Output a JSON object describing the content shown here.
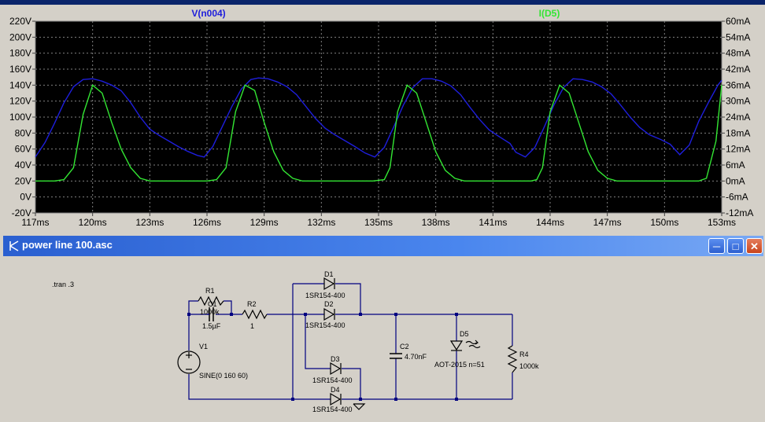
{
  "plot": {
    "left_trace_label": "V(n004)",
    "right_trace_label": "I(D5)",
    "left_color": "#1e1edc",
    "right_color": "#33e633",
    "left_ticks": [
      "220V",
      "200V",
      "180V",
      "160V",
      "140V",
      "120V",
      "100V",
      "80V",
      "60V",
      "40V",
      "20V",
      "0V",
      "-20V"
    ],
    "right_ticks": [
      "60mA",
      "54mA",
      "48mA",
      "42mA",
      "36mA",
      "30mA",
      "24mA",
      "18mA",
      "12mA",
      "6mA",
      "0mA",
      "-6mA",
      "-12mA"
    ],
    "x_ticks": [
      "117ms",
      "120ms",
      "123ms",
      "126ms",
      "129ms",
      "132ms",
      "135ms",
      "138ms",
      "141ms",
      "144ms",
      "147ms",
      "150ms",
      "153ms"
    ]
  },
  "chart_data": {
    "type": "line",
    "title": "",
    "xlabel": "",
    "xlim": [
      117,
      153
    ],
    "ylim": [
      -20,
      220
    ],
    "y2lim": [
      -12,
      60
    ],
    "grid": true,
    "series": [
      {
        "name": "V(n004)",
        "axis": "left",
        "x": [
          117.0,
          117.5,
          118.0,
          118.5,
          119.0,
          119.5,
          120.0,
          120.5,
          121.0,
          121.5,
          122.0,
          122.5,
          123.0,
          123.5,
          124.0,
          124.5,
          125.0,
          125.5,
          125.85,
          126.3,
          126.8,
          127.3,
          127.8,
          128.3,
          128.7,
          129.2,
          129.7,
          130.2,
          130.7,
          131.2,
          131.7,
          132.2,
          132.7,
          133.2,
          133.7,
          134.3,
          134.8,
          135.3,
          135.8,
          136.3,
          136.8,
          137.3,
          137.8,
          138.3,
          138.8,
          139.3,
          139.8,
          140.3,
          140.8,
          141.3,
          141.9,
          142.2,
          142.7,
          143.2,
          143.7,
          144.2,
          144.7,
          145.2,
          145.7,
          146.2,
          146.7,
          147.2,
          147.7,
          148.2,
          148.7,
          149.2,
          149.8,
          150.3,
          150.8,
          151.3,
          151.8,
          152.3,
          152.8,
          153.0
        ],
        "y": [
          50,
          68,
          92,
          118,
          138,
          147,
          148,
          145,
          140,
          133,
          118,
          100,
          85,
          77,
          70,
          63,
          57,
          52,
          50,
          63,
          88,
          113,
          135,
          147,
          149,
          148,
          144,
          138,
          128,
          113,
          98,
          86,
          78,
          71,
          64,
          55,
          50,
          62,
          88,
          115,
          137,
          148,
          148,
          145,
          139,
          128,
          112,
          97,
          84,
          76,
          67,
          56,
          50,
          62,
          88,
          115,
          137,
          148,
          147,
          144,
          138,
          129,
          115,
          100,
          87,
          78,
          72,
          66,
          53,
          65,
          95,
          118,
          140,
          146
        ]
      },
      {
        "name": "I(D5)",
        "axis": "right",
        "x": [
          117.0,
          118.0,
          118.5,
          119.0,
          119.5,
          120.0,
          120.5,
          121.0,
          121.5,
          122.0,
          122.5,
          123.0,
          124.0,
          125.0,
          126.0,
          126.5,
          127.0,
          127.5,
          128.0,
          128.5,
          129.0,
          129.5,
          130.0,
          130.5,
          131.0,
          131.5,
          132.0,
          133.0,
          134.0,
          134.7,
          135.3,
          135.6,
          136.0,
          136.5,
          137.0,
          137.5,
          138.0,
          138.5,
          139.0,
          139.5,
          140.0,
          141.0,
          142.0,
          143.0,
          143.3,
          143.6,
          144.0,
          144.5,
          145.0,
          145.5,
          146.0,
          146.5,
          147.0,
          147.5,
          148.0,
          149.0,
          150.0,
          150.7,
          151.3,
          151.8,
          152.2,
          152.7,
          153.0
        ],
        "y": [
          0,
          0,
          0.5,
          5,
          25,
          36,
          33,
          22,
          12,
          5,
          1,
          0,
          0,
          0,
          0,
          0.5,
          5,
          26,
          36,
          34,
          22,
          11,
          4,
          1,
          0,
          0,
          0,
          0,
          0,
          0,
          0.5,
          5,
          26,
          36,
          33,
          22,
          11,
          4,
          1,
          0,
          0,
          0,
          0,
          0,
          0.5,
          5,
          26,
          36,
          33,
          22,
          11,
          4,
          1,
          0,
          0,
          0,
          0,
          0,
          0,
          0,
          1,
          15,
          36
        ]
      }
    ]
  },
  "schematic_window": {
    "title": "power line 100.asc"
  },
  "schematic": {
    "directive": ".tran .3",
    "r1_name": "R1",
    "r1_value": "1000k",
    "c1_name": "C1",
    "c1_value": "1.5µF",
    "r2_name": "R2",
    "r2_value": "1",
    "v1_name": "V1",
    "v1_value": "SINE(0 160 60)",
    "d1_name": "D1",
    "d1_model": "1SR154-400",
    "d2_name": "D2",
    "d2_model": "1SR154-400",
    "d3_name": "D3",
    "d3_model": "1SR154-400",
    "d4_name": "D4",
    "d4_model": "1SR154-400",
    "c2_name": "C2",
    "c2_value": "4.70nF",
    "d5_name": "D5",
    "d5_model": "AOT-2015 n=51",
    "r4_name": "R4",
    "r4_value": "1000k",
    "wire_color": "#000080",
    "component_color": "#000000"
  }
}
